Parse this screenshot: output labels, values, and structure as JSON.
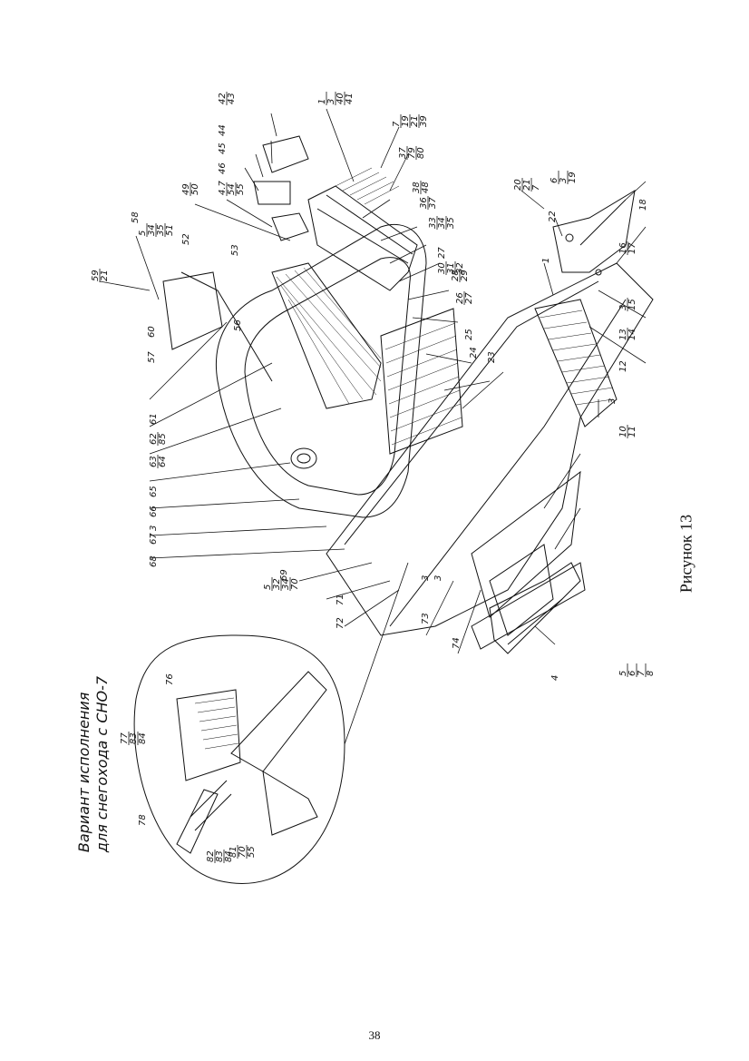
{
  "figure": {
    "caption": "Рисунок 13",
    "page_number": "38",
    "inset_title_line1": "Вариант исполнения",
    "inset_title_line2": "для снегохода с СНО-7"
  },
  "callouts": [
    {
      "id": "c-42-43",
      "labels": [
        "42",
        "43"
      ]
    },
    {
      "id": "c-44",
      "labels": [
        "44"
      ]
    },
    {
      "id": "c-45",
      "labels": [
        "45"
      ]
    },
    {
      "id": "c-46",
      "labels": [
        "46"
      ]
    },
    {
      "id": "c-47-54-55",
      "labels": [
        "4.7",
        "54",
        "55"
      ]
    },
    {
      "id": "c-49-50",
      "labels": [
        "49",
        "50"
      ]
    },
    {
      "id": "c-1-3-40-41",
      "labels": [
        "1",
        "3",
        "40",
        "41"
      ]
    },
    {
      "id": "c-7-19-21-39",
      "labels": [
        "7",
        "19",
        "21",
        "39"
      ]
    },
    {
      "id": "c-37-79-80",
      "labels": [
        "37",
        "79",
        "80"
      ]
    },
    {
      "id": "c-38-48",
      "labels": [
        "38",
        "48"
      ]
    },
    {
      "id": "c-36-37",
      "labels": [
        "36",
        "37"
      ]
    },
    {
      "id": "c-33-34-35",
      "labels": [
        "33",
        "34",
        "35"
      ]
    },
    {
      "id": "c-27",
      "labels": [
        "27"
      ]
    },
    {
      "id": "c-30-31-32",
      "labels": [
        "30",
        "31",
        "32"
      ]
    },
    {
      "id": "c-28-29",
      "labels": [
        "28",
        "29"
      ]
    },
    {
      "id": "c-26-27",
      "labels": [
        "26",
        "27"
      ]
    },
    {
      "id": "c-25",
      "labels": [
        "25"
      ]
    },
    {
      "id": "c-24",
      "labels": [
        "24"
      ]
    },
    {
      "id": "c-23",
      "labels": [
        "23"
      ]
    },
    {
      "id": "c-58",
      "labels": [
        "58"
      ]
    },
    {
      "id": "c-59-21",
      "labels": [
        "59",
        "21"
      ]
    },
    {
      "id": "c-5-34-35-51",
      "labels": [
        "5",
        "34",
        "35",
        "51"
      ]
    },
    {
      "id": "c-52",
      "labels": [
        "52"
      ]
    },
    {
      "id": "c-53",
      "labels": [
        "53"
      ]
    },
    {
      "id": "c-56",
      "labels": [
        "56"
      ]
    },
    {
      "id": "c-57",
      "labels": [
        "57"
      ]
    },
    {
      "id": "c-60",
      "labels": [
        "60"
      ]
    },
    {
      "id": "c-61",
      "labels": [
        "61"
      ]
    },
    {
      "id": "c-62-85",
      "labels": [
        "62",
        "85"
      ]
    },
    {
      "id": "c-63-64",
      "labels": [
        "63",
        "64"
      ]
    },
    {
      "id": "c-65",
      "labels": [
        "65"
      ]
    },
    {
      "id": "c-66",
      "labels": [
        "66"
      ]
    },
    {
      "id": "c-3a",
      "labels": [
        "3"
      ]
    },
    {
      "id": "c-67",
      "labels": [
        "67"
      ]
    },
    {
      "id": "c-68",
      "labels": [
        "68"
      ]
    },
    {
      "id": "c-5-32-34-70",
      "labels": [
        "5",
        "32",
        "34",
        "70"
      ]
    },
    {
      "id": "c-69",
      "labels": [
        "69"
      ]
    },
    {
      "id": "c-71",
      "labels": [
        "71"
      ]
    },
    {
      "id": "c-72",
      "labels": [
        "72"
      ]
    },
    {
      "id": "c-3b",
      "labels": [
        "3"
      ]
    },
    {
      "id": "c-3c",
      "labels": [
        "3"
      ]
    },
    {
      "id": "c-73",
      "labels": [
        "73"
      ]
    },
    {
      "id": "c-74",
      "labels": [
        "74"
      ]
    },
    {
      "id": "c-4",
      "labels": [
        "4"
      ]
    },
    {
      "id": "c-5-6-7-8",
      "labels": [
        "5",
        "6",
        "7",
        "8"
      ]
    },
    {
      "id": "c-10-11",
      "labels": [
        "10",
        "11"
      ]
    },
    {
      "id": "c-3d",
      "labels": [
        "3"
      ]
    },
    {
      "id": "c-12",
      "labels": [
        "12"
      ]
    },
    {
      "id": "c-13-14",
      "labels": [
        "13",
        "14"
      ]
    },
    {
      "id": "c-3-15",
      "labels": [
        "3",
        "15"
      ]
    },
    {
      "id": "c-1b",
      "labels": [
        "1"
      ]
    },
    {
      "id": "c-16-17",
      "labels": [
        "16",
        "17"
      ]
    },
    {
      "id": "c-18",
      "labels": [
        "18"
      ]
    },
    {
      "id": "c-22",
      "labels": [
        "22"
      ]
    },
    {
      "id": "c-20-21-7",
      "labels": [
        "20",
        "21",
        "7"
      ]
    },
    {
      "id": "c-6-3-19",
      "labels": [
        "6",
        "3",
        "19"
      ]
    },
    {
      "id": "c-76",
      "labels": [
        "76"
      ]
    },
    {
      "id": "c-77-83-84",
      "labels": [
        "77",
        "83",
        "84"
      ]
    },
    {
      "id": "c-78",
      "labels": [
        "78"
      ]
    },
    {
      "id": "c-82-83-84",
      "labels": [
        "82",
        "83",
        "84"
      ]
    },
    {
      "id": "c-81-70-55",
      "labels": [
        "81",
        "70",
        "55"
      ]
    }
  ]
}
